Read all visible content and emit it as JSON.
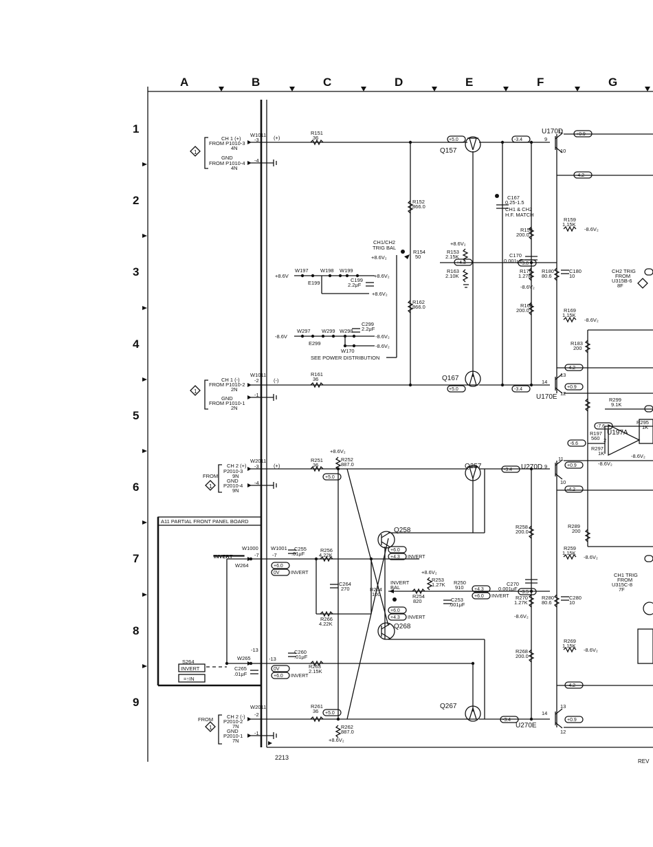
{
  "columns": [
    "A",
    "B",
    "C",
    "D",
    "E",
    "F",
    "G"
  ],
  "rows": [
    "1",
    "2",
    "3",
    "4",
    "5",
    "6",
    "7",
    "8",
    "9"
  ],
  "board": {
    "title": "A11 PARTIAL FRONT PANEL BOARD"
  },
  "connectors": {
    "ch1p": [
      "CH 1 (+)",
      "FROM P1010-3",
      "4N"
    ],
    "gnd1": [
      "GND",
      "FROM P1010-4",
      "4N"
    ],
    "ch1m": [
      "CH 1 (-)",
      "FROM P1010-2",
      "2N"
    ],
    "gnd1b": [
      "GND",
      "FROM P1010-1",
      "2N"
    ],
    "ch2p": [
      "CH 2 (+)",
      "P2010-3",
      "9N",
      "GND",
      "P2010-4",
      "9N"
    ],
    "ch2m": [
      "CH 2 (-)",
      "P2010-2",
      "7N",
      "GND",
      "P2010-1",
      "7N"
    ],
    "from": "FROM",
    "diamond": "1"
  },
  "pins": {
    "w1011": "W1011",
    "w2011": "W2011",
    "w1000": "W1000",
    "w1001": "W1001",
    "w264": "W264",
    "w265": "W265",
    "p3": "-3",
    "p4": "-4",
    "p2": "-2",
    "p1": "-1",
    "p7": "-7",
    "p13": "-13",
    "plus": "(+)",
    "minus": "(-)",
    "invert_ovl": "INVERT"
  },
  "resistors": {
    "r151": [
      "R151",
      "36"
    ],
    "r152": [
      "R152",
      "866.0"
    ],
    "r154": [
      "R154",
      "50"
    ],
    "r162": [
      "R162",
      "866.0"
    ],
    "r161": [
      "R161",
      "36"
    ],
    "r153": [
      "R153",
      "2.15K"
    ],
    "r163": [
      "R163",
      "2.10K"
    ],
    "r158": [
      "R158",
      "200.0"
    ],
    "r159": [
      "R159",
      "1.15K"
    ],
    "r170": [
      "R170",
      "1.27K"
    ],
    "r180": [
      "R180",
      "80.6"
    ],
    "r168": [
      "R168",
      "200.0"
    ],
    "r169": [
      "R169",
      "1.15K"
    ],
    "r183": [
      "R183",
      "200"
    ],
    "r251": [
      "R251",
      "36"
    ],
    "r252": [
      "R252",
      "887.0"
    ],
    "r256": [
      "R256",
      "4.22K"
    ],
    "r266": [
      "R266",
      "4.22K"
    ],
    "r264": [
      "R264",
      "100"
    ],
    "r254": [
      "R254",
      "820"
    ],
    "r253": [
      "R253",
      "1.27K"
    ],
    "r250": [
      "R250",
      "910"
    ],
    "r261": [
      "R261",
      "36"
    ],
    "r262": [
      "R262",
      "887.0"
    ],
    "r263": [
      "R263",
      "2.15K"
    ],
    "r258": [
      "R258",
      "200.0"
    ],
    "r259": [
      "R259",
      "1.15K"
    ],
    "r270": [
      "R270",
      "1.27K"
    ],
    "r280": [
      "R280",
      "80.6"
    ],
    "r268": [
      "R268",
      "200.0"
    ],
    "r269": [
      "R269",
      "1.15K"
    ],
    "r289": [
      "R289",
      "200"
    ],
    "r299": [
      "R299",
      "9.1K"
    ],
    "r197": [
      "R197",
      "560"
    ],
    "r297": [
      "R297",
      "1K"
    ],
    "r295": [
      "R295",
      "1K"
    ]
  },
  "capacitors": {
    "c167": [
      "C167",
      "0.25-1.5",
      "CH1 & CH2",
      "H.F. MATCH"
    ],
    "c170": [
      "C170",
      "0.001μF"
    ],
    "c180": [
      "C180",
      "10"
    ],
    "c199": [
      "C199",
      "2.2μF"
    ],
    "c299": [
      "C299",
      "2.2μF"
    ],
    "c255": [
      "C255",
      ".01μF"
    ],
    "c264": [
      "C264",
      "270"
    ],
    "c253": [
      "C253",
      ".001μF"
    ],
    "c270": [
      "C270",
      "0.001μF"
    ],
    "c280": [
      "C280",
      "10"
    ],
    "c260": [
      "C260",
      ".01μF"
    ],
    "c265": [
      "C265",
      ".01μF"
    ]
  },
  "transistors": {
    "q157": "Q157",
    "q167": "Q167",
    "q257": "Q257",
    "q258": "Q258",
    "q268": "Q268",
    "q267": "Q267"
  },
  "ics": {
    "u170d": "U170D",
    "u170e": "U170E",
    "u270d": "U270D",
    "u270e": "U270E",
    "u197a": "U197A"
  },
  "power": {
    "w197": "W197",
    "w198": "W198",
    "w199": "W199",
    "e199": "E199",
    "w297": "W297",
    "w299": "W299",
    "w298": "W298",
    "e299": "E299",
    "w170": "W170",
    "p86": "+8.6V",
    "n86": "-8.6V",
    "p86v2": "+8.6V₂",
    "n86v2": "-8.6V₂",
    "see": "SEE POWER DISTRIBUTION"
  },
  "trim": {
    "chbal": [
      "CH1/CH2",
      "TRIG BAL"
    ],
    "inv_bal": [
      "INVERT",
      "BAL"
    ]
  },
  "voltages": {
    "v50": "+5.0",
    "vm34": "-3.4",
    "vm42": "-4.2",
    "v09": "+0.9",
    "v43": "+4.3",
    "vm38": "-3.8",
    "v60": "+6.0",
    "v43i": "+4.3",
    "v0": "0V",
    "vm76": "-7.6",
    "vm66": "-6.6",
    "vm35": "-3.5"
  },
  "tags": {
    "invert": "INVERT",
    "invert_sw": "INVERT",
    "s264": "S264",
    "in_sw": "=↑IN"
  },
  "trig": {
    "ch2": [
      "CH2 TRIG",
      "FROM",
      "U315B-6",
      "8F"
    ],
    "ch1": [
      "CH1 TRIG",
      "FROM",
      "U315C-8",
      "7F"
    ]
  },
  "pinnums": {
    "n9": "9",
    "n10": "10",
    "n11": "11",
    "n13": "13",
    "n14": "14",
    "n12": "12",
    "n2": "2"
  },
  "footer": {
    "page": "2213",
    "rev": "REV"
  }
}
